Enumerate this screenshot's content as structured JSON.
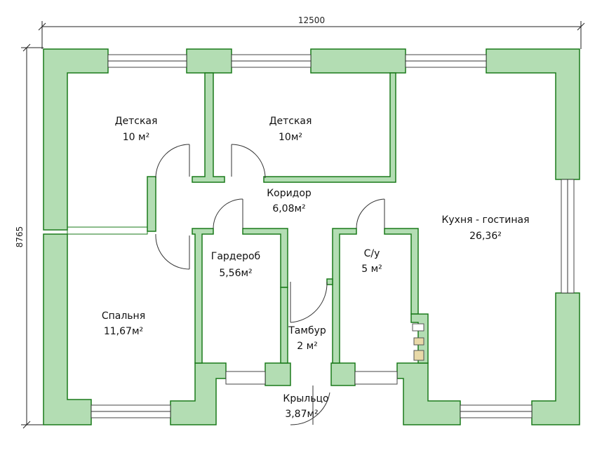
{
  "dimensions": {
    "width_label": "12500",
    "height_label": "8765"
  },
  "rooms": [
    {
      "name": "Детская",
      "area": "10 м²"
    },
    {
      "name": "Детская",
      "area": "10м²"
    },
    {
      "name": "Коридор",
      "area": "6,08м²"
    },
    {
      "name": "Кухня - гостиная",
      "area": "26,36²"
    },
    {
      "name": "Гардероб",
      "area": "5,56м²"
    },
    {
      "name": "С/у",
      "area": "5 м²"
    },
    {
      "name": "Спальня",
      "area": "11,67м²"
    },
    {
      "name": "Тамбур",
      "area": "2 м²"
    },
    {
      "name": "Крыльцо",
      "area": "3,87м²"
    }
  ],
  "colors": {
    "wall_fill": "#b3ddb3",
    "wall_stroke": "#1a7a1a"
  }
}
